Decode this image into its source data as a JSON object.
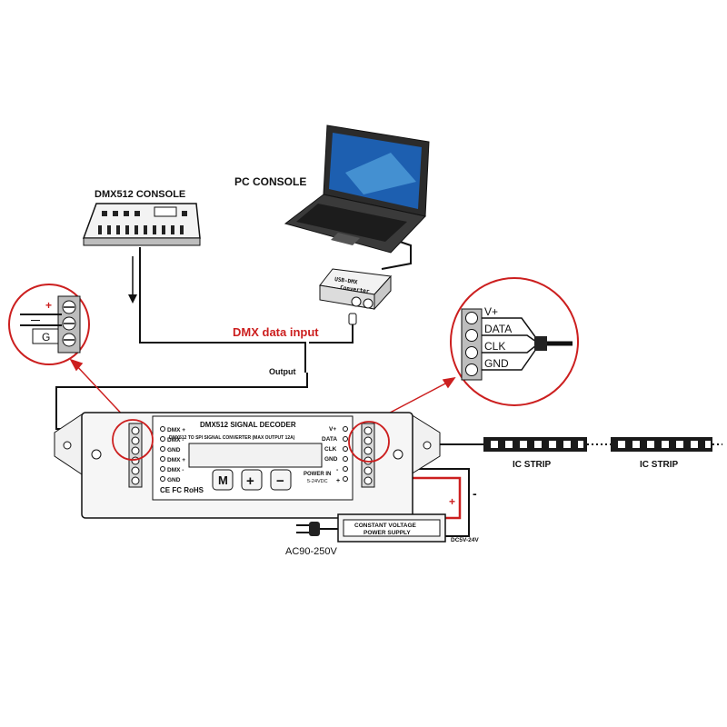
{
  "colors": {
    "wire": "#111111",
    "accent_red": "#cc1f1f",
    "panel_grey": "#e9e9e9",
    "screen_blue": "#1d5fb0"
  },
  "dmx_console": {
    "title": "DMX512 CONSOLE"
  },
  "pc_console": {
    "title": "PC CONSOLE"
  },
  "usb_converter": {
    "line1": "USB-DMX",
    "line2": "Converter"
  },
  "labels": {
    "dmx_data_input": "DMX data input",
    "output": "Output",
    "ac_input": "AC90-250V",
    "dc_output": "DC5V-24V",
    "plus": "+",
    "minus": "-"
  },
  "left_callout": {
    "plus": "+",
    "minus": "—",
    "ground": "G"
  },
  "right_callout": {
    "pins": [
      "V+",
      "DATA",
      "CLK",
      "GND"
    ]
  },
  "decoder": {
    "title": "DMX512 SIGNAL DECODER",
    "subtitle": "DMX512 TO SPI SIGNAL CONVERTER  (MAX OUTPUT 12A)",
    "left_pins": [
      "DMX +",
      "DMX -",
      "GND",
      "DMX +",
      "DMX -",
      "GND"
    ],
    "right_pins": [
      "V+",
      "DATA",
      "CLK",
      "GND"
    ],
    "power_label_1": "POWER IN",
    "power_label_2": "5-24VDC",
    "power_plus": "+",
    "power_minus": "-",
    "buttons": [
      "M",
      "+",
      "−"
    ],
    "cert": "CE FC RoHS"
  },
  "power_supply": {
    "line1": "CONSTANT VOLTAGE",
    "line2": "POWER SUPPLY"
  },
  "strips": [
    {
      "label": "IC STRIP"
    },
    {
      "label": "IC STRIP"
    }
  ]
}
